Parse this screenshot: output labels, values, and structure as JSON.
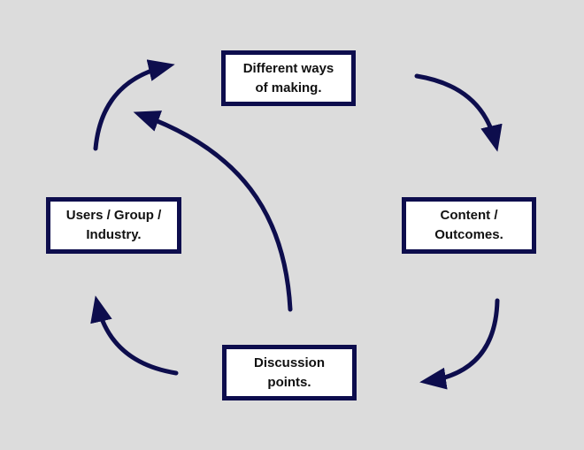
{
  "colors": {
    "background": "#dcdcdc",
    "box_border": "#0d0d4d",
    "box_fill": "#ffffff",
    "arrow": "#0d0d4d",
    "text": "#111111"
  },
  "nodes": {
    "making": {
      "label": "Different ways\nof making."
    },
    "users": {
      "label": "Users / Group /\nIndustry."
    },
    "content": {
      "label": "Content /\nOutcomes."
    },
    "discussion": {
      "label": "Discussion\npoints."
    }
  },
  "edges": [
    {
      "from": "users",
      "to": "making"
    },
    {
      "from": "making",
      "to": "content"
    },
    {
      "from": "content",
      "to": "discussion"
    },
    {
      "from": "discussion",
      "to": "users"
    },
    {
      "from": "discussion",
      "to": "making"
    }
  ]
}
